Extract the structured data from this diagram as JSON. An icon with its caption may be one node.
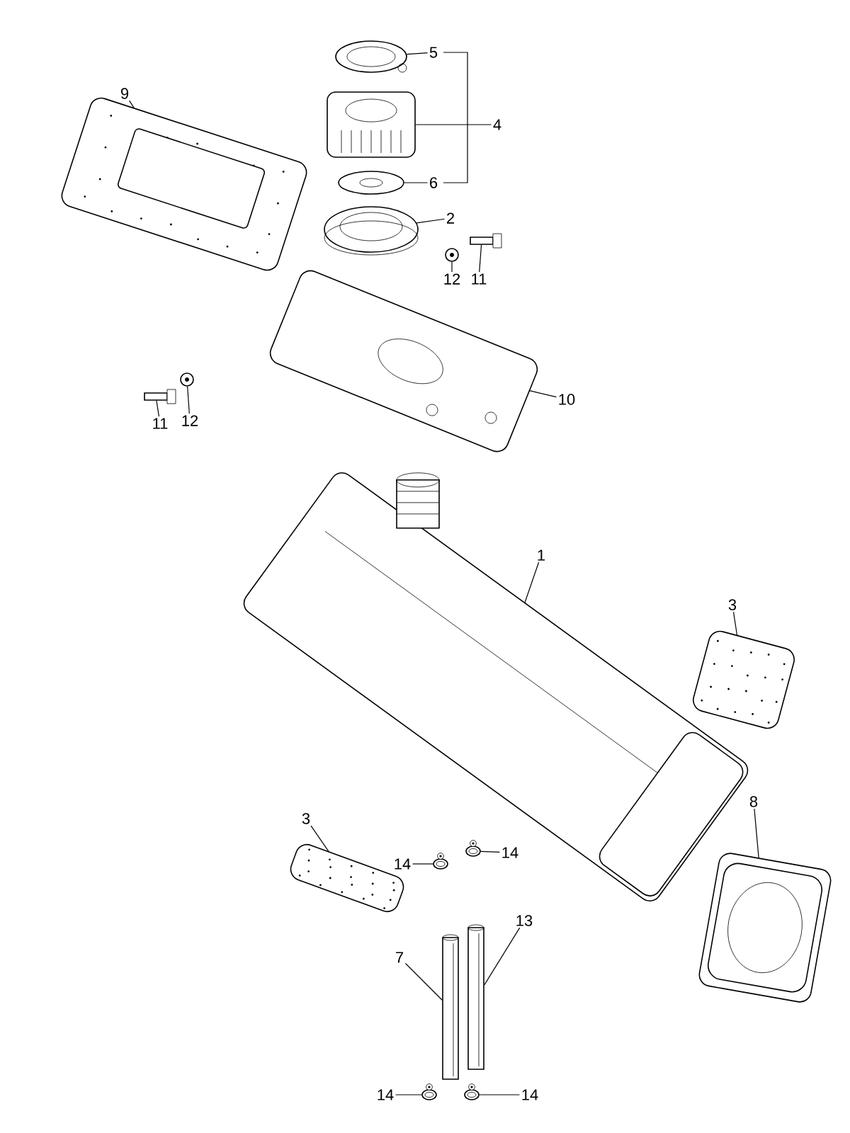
{
  "diagram": {
    "nodes": [
      {
        "text": [
          "5"
        ]
      },
      {
        "text": [
          "4"
        ]
      },
      {
        "text": [
          "6"
        ]
      },
      {
        "text": [
          "2"
        ]
      },
      {
        "text": [
          "9"
        ]
      },
      {
        "text": [
          "11"
        ]
      },
      {
        "text": [
          "12"
        ]
      },
      {
        "text": [
          "10"
        ]
      },
      {
        "text": [
          "11"
        ]
      },
      {
        "text": [
          "12"
        ]
      },
      {
        "text": [
          "1"
        ]
      },
      {
        "text": [
          "3"
        ]
      },
      {
        "text": [
          "8"
        ]
      },
      {
        "text": [
          "3"
        ]
      },
      {
        "text": [
          "14"
        ]
      },
      {
        "text": [
          "14"
        ]
      },
      {
        "text": [
          "13"
        ]
      },
      {
        "text": [
          "7"
        ]
      },
      {
        "text": [
          "14"
        ]
      },
      {
        "text": [
          "14"
        ]
      },
      {
        "text": [],
        "shape": "picture"
      },
      {
        "text": [],
        "shape": "picture"
      },
      {
        "text": [],
        "shape": "picture"
      },
      {
        "text": [],
        "shape": "picture"
      },
      {
        "text": [],
        "shape": "picture"
      },
      {
        "text": [],
        "shape": "picture"
      },
      {
        "text": [],
        "shape": "picture"
      },
      {
        "text": [],
        "shape": "picture"
      },
      {
        "text": [],
        "shape": "picture"
      },
      {
        "text": [],
        "shape": "picture"
      },
      {
        "text": [],
        "shape": "picture"
      },
      {
        "text": [],
        "shape": "picture"
      },
      {
        "text": [],
        "shape": "picture"
      },
      {
        "text": [],
        "shape": "picture"
      },
      {
        "text": [],
        "shape": "picture"
      },
      {
        "text": [],
        "shape": "picture"
      },
      {
        "text": [],
        "shape": "picture"
      },
      {
        "text": [],
        "shape": "picture"
      },
      {
        "text": [],
        "shape": "picture"
      },
      {
        "text": [],
        "shape": "picture"
      }
    ],
    "edges": [
      {
        "from": 0,
        "to": 20,
        "arrow": "none"
      },
      {
        "from": 1,
        "to": 21,
        "arrow": "none"
      },
      {
        "from": 2,
        "to": 22,
        "arrow": "none"
      },
      {
        "from": 3,
        "to": 23,
        "arrow": "none"
      },
      {
        "from": 4,
        "to": 24,
        "arrow": "none"
      },
      {
        "from": 5,
        "to": 25,
        "arrow": "none"
      },
      {
        "from": 6,
        "to": 26,
        "arrow": "none"
      },
      {
        "from": 7,
        "to": 27,
        "arrow": "none"
      },
      {
        "from": 8,
        "to": 28,
        "arrow": "none"
      },
      {
        "from": 9,
        "to": 29,
        "arrow": "none"
      },
      {
        "from": 10,
        "to": 30,
        "arrow": "none"
      },
      {
        "from": 11,
        "to": 31,
        "arrow": "none"
      },
      {
        "from": 12,
        "to": 32,
        "arrow": "none"
      },
      {
        "from": 13,
        "to": 33,
        "arrow": "none"
      },
      {
        "from": 14,
        "to": 34,
        "arrow": "none"
      },
      {
        "from": 15,
        "to": 35,
        "arrow": "none"
      },
      {
        "from": 16,
        "to": 36,
        "arrow": "none"
      },
      {
        "from": 17,
        "to": 37,
        "arrow": "none"
      },
      {
        "from": 18,
        "to": 38,
        "arrow": "none"
      },
      {
        "from": 19,
        "to": 39,
        "arrow": "none"
      }
    ]
  }
}
